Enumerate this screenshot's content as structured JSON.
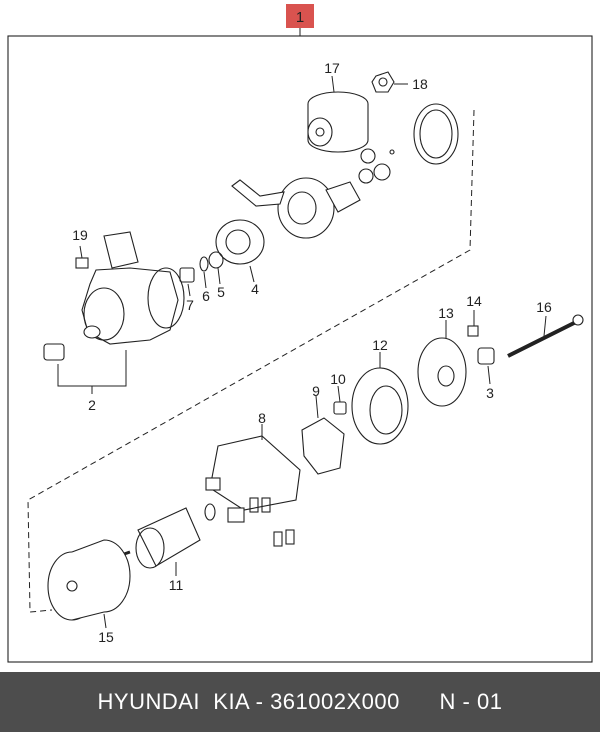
{
  "badge": {
    "label": "1",
    "color": "#d9534f"
  },
  "callouts": {
    "c1": "1",
    "c2": "2",
    "c3": "3",
    "c4": "4",
    "c5": "5",
    "c6": "6",
    "c7": "7",
    "c8": "8",
    "c9": "9",
    "c10": "10",
    "c11": "11",
    "c12": "12",
    "c13": "13",
    "c14": "14",
    "c15": "15",
    "c16": "16",
    "c17": "17",
    "c18": "18",
    "c19": "19"
  },
  "footer": {
    "brand": "HYUNDAI  KIA - 361002X000",
    "page": "N - 01"
  }
}
